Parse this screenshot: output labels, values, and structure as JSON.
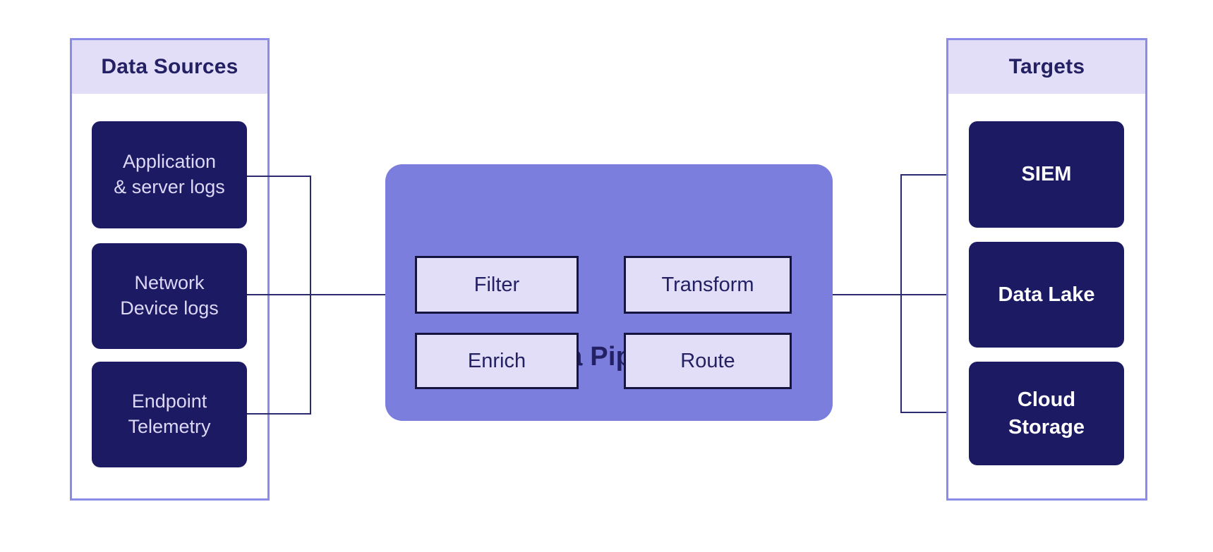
{
  "colors": {
    "background": "#ffffff",
    "panel_border": "#8a8ce8",
    "panel_header_bg": "#e2def7",
    "node_fill": "#1b1a62",
    "dark_text": "#232064",
    "pipeline_bg": "#7b7edd",
    "stage_bg": "#e2def7",
    "stage_border": "#16153f",
    "source_text": "#ddd8f5",
    "target_text": "#ffffff",
    "connector": "#2b2a6e"
  },
  "sources": {
    "title": "Data Sources",
    "items": [
      {
        "label": "Application\n& server logs"
      },
      {
        "label": "Network\nDevice logs"
      },
      {
        "label": "Endpoint\nTelemetry"
      }
    ]
  },
  "pipeline": {
    "title": "Data Pipeline",
    "stages": [
      {
        "label": "Filter"
      },
      {
        "label": "Transform"
      },
      {
        "label": "Enrich"
      },
      {
        "label": "Route"
      }
    ]
  },
  "targets": {
    "title": "Targets",
    "items": [
      {
        "label": "SIEM"
      },
      {
        "label": "Data Lake"
      },
      {
        "label": "Cloud\nStorage"
      }
    ]
  }
}
